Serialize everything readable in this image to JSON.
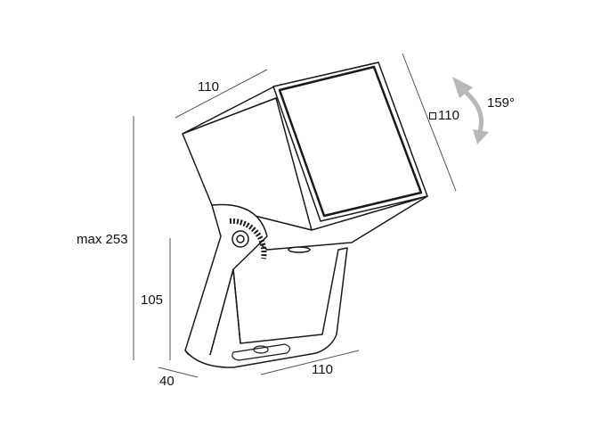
{
  "dimensions": {
    "top_width": "110",
    "head_depth_symbol": "□",
    "head_depth_value": "110",
    "rotation": "159°",
    "max_height": "max 253",
    "bracket_height": "105",
    "base_depth": "40",
    "base_width": "110"
  },
  "colors": {
    "line": "#1a1a1a",
    "dim_line": "#555555",
    "arrow": "#b8b8b8"
  }
}
